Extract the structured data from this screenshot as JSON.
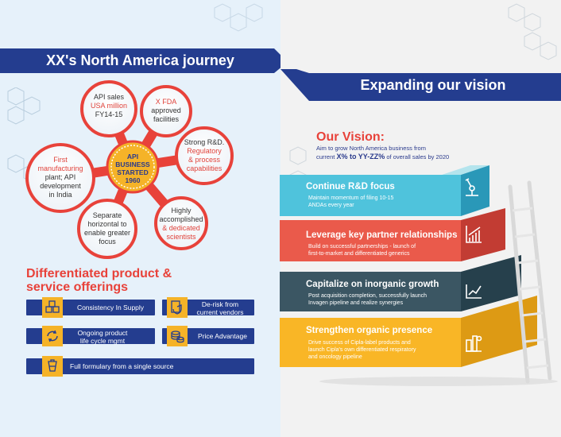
{
  "left": {
    "banner_title": "XX's North America journey",
    "center": {
      "line1": "API",
      "line2": "BUSINESS",
      "line3": "STARTED",
      "year": "1960"
    },
    "petals": [
      {
        "lines": [
          {
            "t": "API sales",
            "red": false
          },
          {
            "t": "USA million",
            "red": true
          },
          {
            "t": "FY14-15",
            "red": false
          }
        ]
      },
      {
        "lines": [
          {
            "t": "X FDA",
            "red": true
          },
          {
            "t": "approved",
            "red": false
          },
          {
            "t": "facilities",
            "red": false
          }
        ]
      },
      {
        "lines": [
          {
            "t": "Strong R&D.",
            "red": false
          },
          {
            "t": "Regulatory",
            "red": true
          },
          {
            "t": "& process",
            "red": true
          },
          {
            "t": "capabilities",
            "red": true
          }
        ]
      },
      {
        "lines": [
          {
            "t": "Highly",
            "red": false
          },
          {
            "t": "accomplished",
            "red": false
          },
          {
            "t": "& dedicated",
            "red": true
          },
          {
            "t": "scientists",
            "red": true
          }
        ]
      },
      {
        "lines": [
          {
            "t": "Separate",
            "red": false
          },
          {
            "t": "horizontal to",
            "red": false
          },
          {
            "t": "enable greater",
            "red": false
          },
          {
            "t": "focus",
            "red": false
          }
        ]
      },
      {
        "lines": [
          {
            "t": "First",
            "red": true
          },
          {
            "t": "manufacturing",
            "red": true
          },
          {
            "t": "plant; API",
            "red": false
          },
          {
            "t": "development",
            "red": false
          },
          {
            "t": "in India",
            "red": false
          }
        ]
      }
    ],
    "section_title_line1": "Differentiated product &",
    "section_title_line2": "service offerings",
    "offerings": {
      "consistency": "Consistency In Supply",
      "derisk_line1": "De-risk from",
      "derisk_line2": "current vendors",
      "lifecycle_line1": "Ongoing product",
      "lifecycle_line2": "life cycle mgmt",
      "price": "Price Advantage",
      "formulary": "Full formulary from a single source"
    },
    "icons": [
      "boxes-icon",
      "shield-document-icon",
      "recycle-icon",
      "coins-icon",
      "formulary-flask-icon"
    ]
  },
  "right": {
    "banner_title": "Expanding our vision",
    "vision_title": "Our Vision:",
    "vision_desc_line1": "Aim to grow North America business from",
    "vision_desc_pre": "current ",
    "vision_desc_bold": "X% to YY-ZZ%",
    "vision_desc_post": " of overall sales by 2020",
    "strips": [
      {
        "title": "Continue R&D focus",
        "desc_line1": "Maintain momentum of filing 10-15",
        "desc_line2": "ANDAs every year",
        "desc_line3": "",
        "color": "#4fc3dc",
        "side": "#2a98b8",
        "icon": "microscope-icon"
      },
      {
        "title": "Leverage key partner relationships",
        "desc_line1": "Build on successful partnerships - launch of",
        "desc_line2": "first-to-market and differentiated generics",
        "desc_line3": "",
        "color": "#ea5a4b",
        "side": "#c23c33",
        "icon": "bar-chart-icon"
      },
      {
        "title": "Capitalize on inorganic growth",
        "desc_line1": "Post acquisition completion, successfully launch",
        "desc_line2": "Invagen pipeline and realize synergies",
        "desc_line3": "",
        "color": "#3b5663",
        "side": "#26404c",
        "icon": "line-graph-icon"
      },
      {
        "title": "Strengthen organic presence",
        "desc_line1": "Drive success of Cipla-label products and",
        "desc_line2": "launch Cipla's own differentiated respiratory",
        "desc_line3": "and oncology pipeline",
        "color": "#f9b626",
        "side": "#dd9a14",
        "icon": "pharma-icon"
      }
    ]
  },
  "colors": {
    "navy": "#243d8f",
    "red": "#e8423a",
    "orange": "#f5b328",
    "petal_border": "#e8423a"
  }
}
